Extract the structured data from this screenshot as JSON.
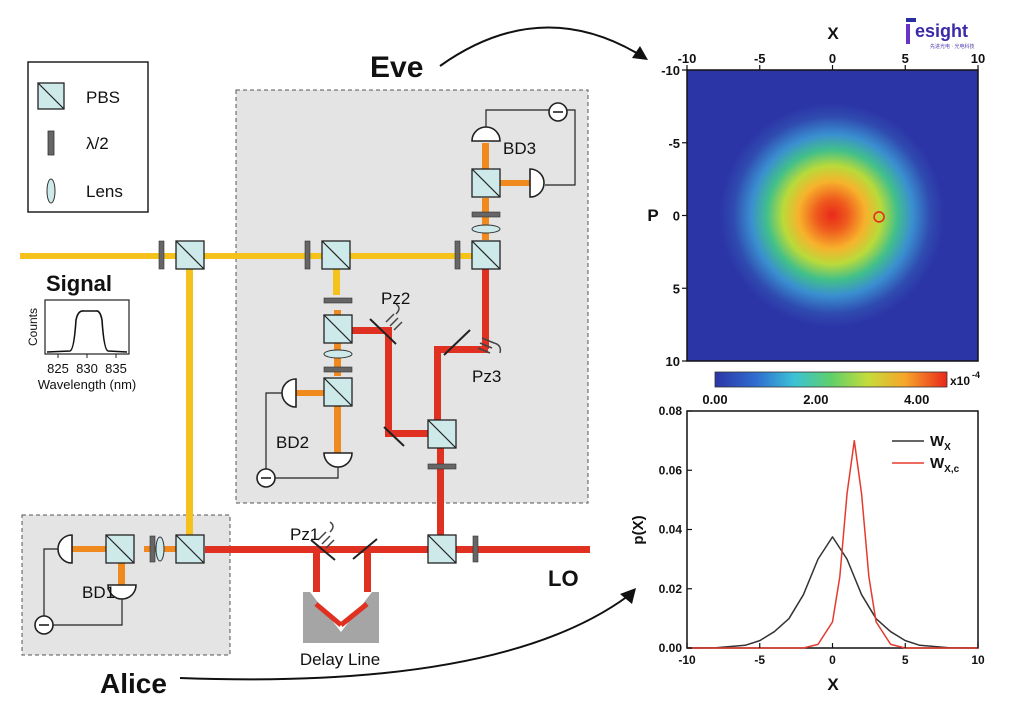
{
  "colors": {
    "signal_beam": "#f4c21b",
    "lo_beam": "#e03021",
    "detector_arm": "#f08a1e",
    "pbs_fill": "#cde9ea",
    "box_fill": "#e4e4e4",
    "wx_line": "#333333",
    "wxc_line": "#e53b2f"
  },
  "legend": {
    "pbs": "PBS",
    "halfwave": "λ/2",
    "lens": "Lens"
  },
  "labels": {
    "eve": "Eve",
    "alice": "Alice",
    "signal": "Signal",
    "lo": "LO",
    "delay_line": "Delay Line",
    "pz1": "Pz1",
    "pz2": "Pz2",
    "pz3": "Pz3",
    "bd1": "BD1",
    "bd2": "BD2",
    "bd3": "BD3"
  },
  "inset": {
    "ylabel": "Counts",
    "xlabel": "Wavelength (nm)",
    "xticks": [
      "825",
      "830",
      "835"
    ]
  },
  "logo": {
    "text": "Tiesight"
  },
  "chart_data": [
    {
      "type": "heatmap",
      "title": "",
      "xlabel": "X",
      "ylabel": "P",
      "xlim": [
        -10,
        10
      ],
      "ylim": [
        -10,
        10
      ],
      "xticks": [
        "-10",
        "-5",
        "0",
        "5",
        "10"
      ],
      "yticks": [
        "-10",
        "-5",
        "0",
        "5",
        "10"
      ],
      "colorbar": {
        "ticks": [
          "0.00",
          "2.00",
          "4.00"
        ],
        "unit": "x10",
        "exponent": "-4",
        "min": 0.0,
        "max": 4.6
      },
      "distribution": "gaussian centered at (0,0)",
      "peak": 4.6,
      "marker": {
        "x": 3.2,
        "y": 0.1,
        "color": "#e03021"
      }
    },
    {
      "type": "line",
      "title": "",
      "xlabel": "X",
      "ylabel": "p(X)",
      "xlim": [
        -10,
        10
      ],
      "ylim": [
        0,
        0.08
      ],
      "xticks": [
        "-10",
        "-5",
        "0",
        "5",
        "10"
      ],
      "yticks": [
        "0.00",
        "0.02",
        "0.04",
        "0.06",
        "0.08"
      ],
      "legend_position": "top-right",
      "series": [
        {
          "name": "W",
          "subscript": "X",
          "color": "#333333",
          "x": [
            -10,
            -8,
            -6,
            -5,
            -4,
            -3,
            -2,
            -1,
            0,
            1,
            2,
            3,
            4,
            5,
            6,
            8,
            10
          ],
          "y": [
            0.0,
            0.0001,
            0.0009,
            0.0025,
            0.0055,
            0.0099,
            0.018,
            0.03,
            0.0375,
            0.03,
            0.018,
            0.0099,
            0.0055,
            0.0025,
            0.0009,
            0.0001,
            0.0
          ]
        },
        {
          "name": "W",
          "subscript": "X,c",
          "color": "#e53b2f",
          "x": [
            -10,
            -2,
            -1,
            0,
            0.5,
            1,
            1.5,
            2,
            2.5,
            3,
            4,
            5,
            10
          ],
          "y": [
            0.0,
            0.0,
            0.0012,
            0.0088,
            0.024,
            0.052,
            0.07,
            0.052,
            0.024,
            0.0088,
            0.0012,
            0.0,
            0.0
          ]
        }
      ]
    }
  ]
}
